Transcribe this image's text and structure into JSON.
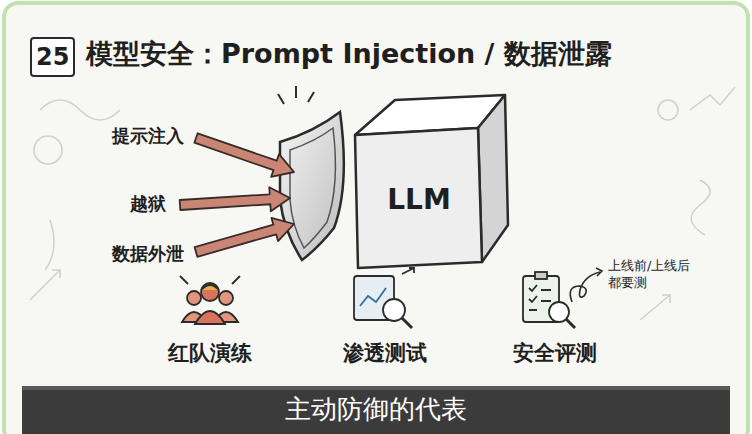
{
  "diagram": {
    "title": "模型安全：Prompt Injection / 数据泄露",
    "caption": "主动防御的代表",
    "nodes": [
      {
        "text": [
          "25"
        ]
      },
      {
        "text": [
          "LLM"
        ]
      }
    ],
    "labels": [
      "提示注入",
      "越狱",
      "数据外泄",
      "红队演练",
      "渗透测试",
      "安全评测",
      "上线前/上线后 都要测"
    ]
  }
}
